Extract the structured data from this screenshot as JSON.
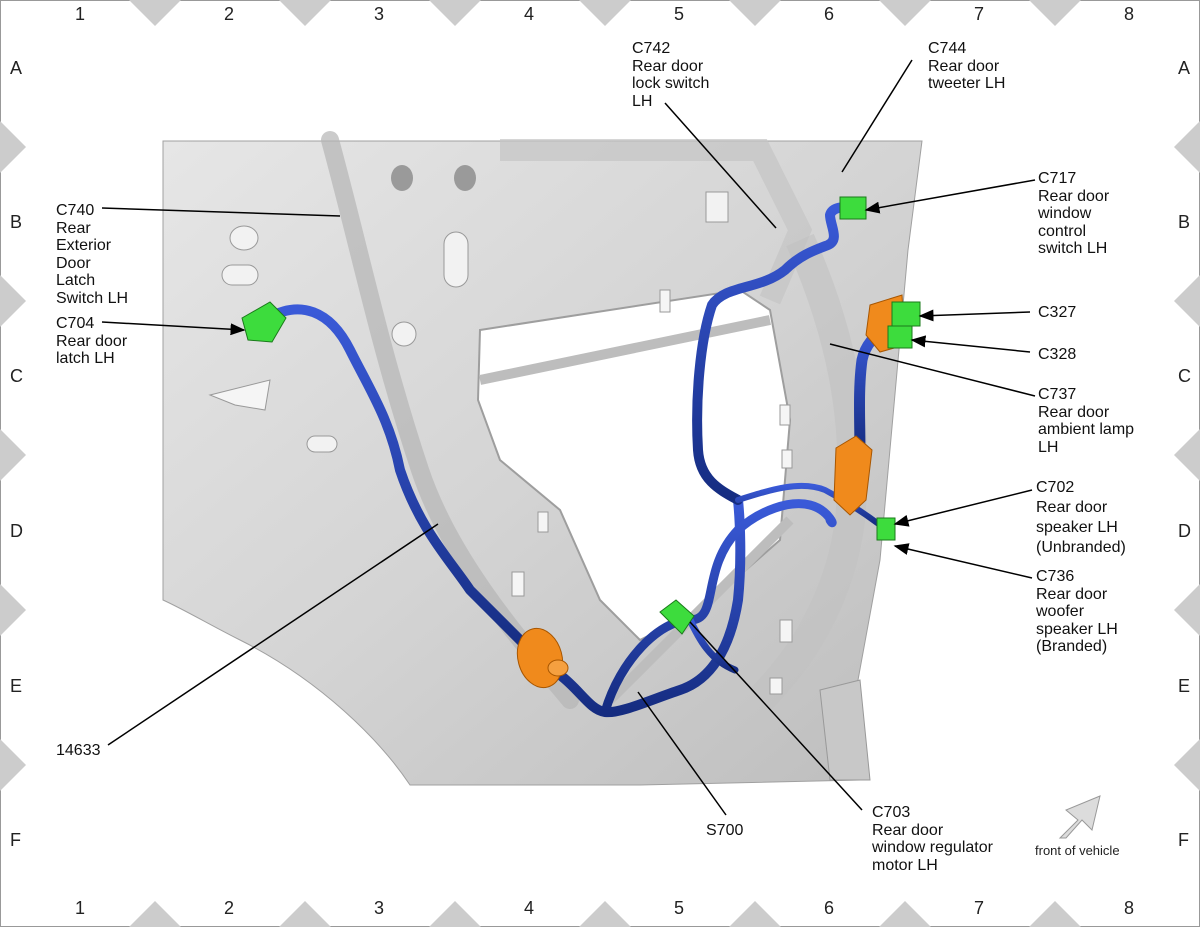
{
  "grid": {
    "columns": [
      "1",
      "2",
      "3",
      "4",
      "5",
      "6",
      "7",
      "8"
    ],
    "rows": [
      "A",
      "B",
      "C",
      "D",
      "E",
      "F"
    ]
  },
  "labels": {
    "c740": [
      "C740",
      "Rear",
      "Exterior",
      "Door",
      "Latch",
      "Switch LH"
    ],
    "c704": [
      "C704",
      "Rear door",
      "latch LH"
    ],
    "c742": [
      "C742",
      "Rear door",
      "lock switch",
      "LH"
    ],
    "c744": [
      "C744",
      "Rear door",
      "tweeter LH"
    ],
    "c717": [
      "C717",
      "Rear door",
      "window",
      "control",
      "switch LH"
    ],
    "c327": [
      "C327"
    ],
    "c328": [
      "C328"
    ],
    "c737": [
      "C737",
      "Rear door",
      "ambient lamp",
      "LH"
    ],
    "c702": [
      "C702",
      "Rear door",
      "speaker LH",
      "(Unbranded)"
    ],
    "c736": [
      "C736",
      "Rear door",
      "woofer",
      "speaker LH",
      "(Branded)"
    ],
    "n14633": [
      "14633"
    ],
    "s700": [
      "S700"
    ],
    "c703": [
      "C703",
      "Rear door",
      "window regulator",
      "motor LH"
    ]
  },
  "front_of_vehicle": "front of vehicle",
  "colors": {
    "harness": "#1e3a9e",
    "connector_green": "#3ddc3d",
    "grommet_orange": "#f08a1c",
    "door_panel": "#d8d8d8",
    "frame_triangle": "#cccccc"
  }
}
